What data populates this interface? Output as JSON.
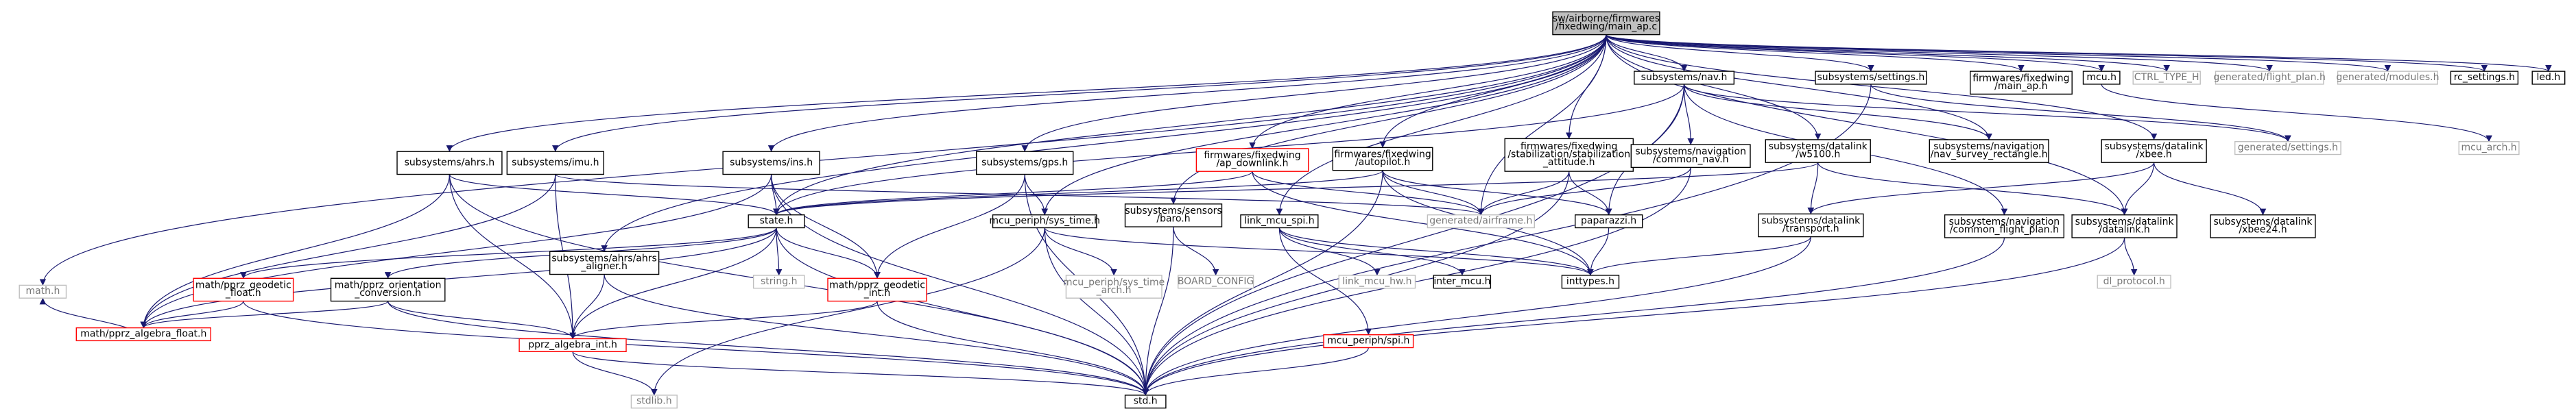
{
  "graph": {
    "colors": {
      "edge": "#191970",
      "node_border": "#000000",
      "broken_border": "#ff0000",
      "root_fill": "#bfbfbf",
      "gray_text": "#777777"
    },
    "nodes": [
      {
        "id": "main_ap_c",
        "lines": [
          "sw/airborne/firmwares",
          "/fixedwing/main_ap.c"
        ],
        "kind": "root"
      },
      {
        "id": "math_h",
        "lines": [
          "math.h"
        ],
        "kind": "gray"
      },
      {
        "id": "ahrs_h",
        "lines": [
          "subsystems/ahrs.h"
        ],
        "kind": "normal"
      },
      {
        "id": "imu_h",
        "lines": [
          "subsystems/imu.h"
        ],
        "kind": "normal"
      },
      {
        "id": "ins_h",
        "lines": [
          "subsystems/ins.h"
        ],
        "kind": "normal"
      },
      {
        "id": "ahrs_aligner_h",
        "lines": [
          "subsystems/ahrs/ahrs",
          "_aligner.h"
        ],
        "kind": "normal"
      },
      {
        "id": "gps_h",
        "lines": [
          "subsystems/gps.h"
        ],
        "kind": "normal"
      },
      {
        "id": "sensors_baro_h",
        "lines": [
          "subsystems/sensors",
          "/baro.h"
        ],
        "kind": "normal"
      },
      {
        "id": "ap_downlink_h",
        "lines": [
          "firmwares/fixedwing",
          "/ap_downlink.h"
        ],
        "kind": "broken"
      },
      {
        "id": "link_mcu_spi_h",
        "lines": [
          "link_mcu_spi.h"
        ],
        "kind": "normal"
      },
      {
        "id": "autopilot_h",
        "lines": [
          "firmwares/fixedwing",
          "/autopilot.h"
        ],
        "kind": "normal"
      },
      {
        "id": "stab_attitude_h",
        "lines": [
          "firmwares/fixedwing",
          "/stabilization/stabilization",
          "_attitude.h"
        ],
        "kind": "normal"
      },
      {
        "id": "nav_h",
        "lines": [
          "subsystems/nav.h"
        ],
        "kind": "normal"
      },
      {
        "id": "common_nav_h",
        "lines": [
          "subsystems/navigation",
          "/common_nav.h"
        ],
        "kind": "normal"
      },
      {
        "id": "datalink_w5100_h",
        "lines": [
          "subsystems/datalink",
          "/w5100.h"
        ],
        "kind": "normal"
      },
      {
        "id": "nav_survey_rect_h",
        "lines": [
          "subsystems/navigation",
          "/nav_survey_rectangle.h"
        ],
        "kind": "normal"
      },
      {
        "id": "settings_h",
        "lines": [
          "subsystems/settings.h"
        ],
        "kind": "normal"
      },
      {
        "id": "main_ap_h",
        "lines": [
          "firmwares/fixedwing",
          "/main_ap.h"
        ],
        "kind": "normal"
      },
      {
        "id": "mcu_h",
        "lines": [
          "mcu.h"
        ],
        "kind": "normal"
      },
      {
        "id": "ctrl_type_h",
        "lines": [
          "CTRL_TYPE_H"
        ],
        "kind": "gray"
      },
      {
        "id": "gen_flight_plan_h",
        "lines": [
          "generated/flight_plan.h"
        ],
        "kind": "gray"
      },
      {
        "id": "gen_modules_h",
        "lines": [
          "generated/modules.h"
        ],
        "kind": "gray"
      },
      {
        "id": "rc_settings_h",
        "lines": [
          "rc_settings.h"
        ],
        "kind": "normal"
      },
      {
        "id": "led_h",
        "lines": [
          "led.h"
        ],
        "kind": "normal"
      },
      {
        "id": "state_h",
        "lines": [
          "state.h"
        ],
        "kind": "normal"
      },
      {
        "id": "string_h",
        "lines": [
          "string.h"
        ],
        "kind": "gray"
      },
      {
        "id": "gen_airframe_h",
        "lines": [
          "generated/airframe.h"
        ],
        "kind": "gray"
      },
      {
        "id": "mcu_periph_sys_time_h",
        "lines": [
          "mcu_periph/sys_time.h"
        ],
        "kind": "normal"
      },
      {
        "id": "sys_time_arch_h",
        "lines": [
          "mcu_periph/sys_time",
          "_arch.h"
        ],
        "kind": "gray"
      },
      {
        "id": "board_config",
        "lines": [
          "BOARD_CONFIG"
        ],
        "kind": "gray"
      },
      {
        "id": "link_mcu_hw_h",
        "lines": [
          "link_mcu_hw.h"
        ],
        "kind": "gray"
      },
      {
        "id": "inter_mcu_h",
        "lines": [
          "inter_mcu.h"
        ],
        "kind": "normal"
      },
      {
        "id": "inttypes_h",
        "lines": [
          "inttypes.h"
        ],
        "kind": "normal"
      },
      {
        "id": "paparazzi_h",
        "lines": [
          "paparazzi.h"
        ],
        "kind": "normal"
      },
      {
        "id": "mcu_periph_spi_h",
        "lines": [
          "mcu_periph/spi.h"
        ],
        "kind": "broken"
      },
      {
        "id": "pprz_geodetic_float_h",
        "lines": [
          "math/pprz_geodetic",
          "_float.h"
        ],
        "kind": "broken"
      },
      {
        "id": "pprz_orientation_conv_h",
        "lines": [
          "math/pprz_orientation",
          "_conversion.h"
        ],
        "kind": "normal"
      },
      {
        "id": "pprz_geodetic_int_h",
        "lines": [
          "math/pprz_geodetic",
          "_int.h"
        ],
        "kind": "broken"
      },
      {
        "id": "pprz_algebra_float_h",
        "lines": [
          "math/pprz_algebra_float.h"
        ],
        "kind": "broken"
      },
      {
        "id": "pprz_algebra_int_h",
        "lines": [
          "pprz_algebra_int.h"
        ],
        "kind": "broken"
      },
      {
        "id": "stdlib_h",
        "lines": [
          "stdlib.h"
        ],
        "kind": "gray"
      },
      {
        "id": "std_h",
        "lines": [
          "std.h"
        ],
        "kind": "normal"
      },
      {
        "id": "common_flight_plan_h",
        "lines": [
          "subsystems/navigation",
          "/common_flight_plan.h"
        ],
        "kind": "normal"
      },
      {
        "id": "datalink_transport_h",
        "lines": [
          "subsystems/datalink",
          "/transport.h"
        ],
        "kind": "normal"
      },
      {
        "id": "datalink_xbee_h",
        "lines": [
          "subsystems/datalink",
          "/xbee.h"
        ],
        "kind": "normal"
      },
      {
        "id": "datalink_datalink_h",
        "lines": [
          "subsystems/datalink",
          "/datalink.h"
        ],
        "kind": "normal"
      },
      {
        "id": "xbee24_h",
        "lines": [
          "subsystems/datalink",
          "/xbee24.h"
        ],
        "kind": "normal"
      },
      {
        "id": "dl_protocol_h",
        "lines": [
          "dl_protocol.h"
        ],
        "kind": "gray"
      },
      {
        "id": "gen_settings_h",
        "lines": [
          "generated/settings.h"
        ],
        "kind": "gray"
      },
      {
        "id": "mcu_arch_h",
        "lines": [
          "mcu_arch.h"
        ],
        "kind": "gray"
      }
    ],
    "edges": [
      [
        "main_ap_c",
        "math_h"
      ],
      [
        "main_ap_c",
        "ahrs_h"
      ],
      [
        "main_ap_c",
        "imu_h"
      ],
      [
        "main_ap_c",
        "ins_h"
      ],
      [
        "main_ap_c",
        "ahrs_aligner_h"
      ],
      [
        "main_ap_c",
        "gps_h"
      ],
      [
        "main_ap_c",
        "sensors_baro_h"
      ],
      [
        "main_ap_c",
        "ap_downlink_h"
      ],
      [
        "main_ap_c",
        "link_mcu_spi_h"
      ],
      [
        "main_ap_c",
        "autopilot_h"
      ],
      [
        "main_ap_c",
        "stab_attitude_h"
      ],
      [
        "main_ap_c",
        "nav_h"
      ],
      [
        "main_ap_c",
        "datalink_w5100_h"
      ],
      [
        "main_ap_c",
        "settings_h"
      ],
      [
        "main_ap_c",
        "main_ap_h"
      ],
      [
        "main_ap_c",
        "mcu_h"
      ],
      [
        "main_ap_c",
        "ctrl_type_h"
      ],
      [
        "main_ap_c",
        "gen_flight_plan_h"
      ],
      [
        "main_ap_c",
        "gen_modules_h"
      ],
      [
        "main_ap_c",
        "rc_settings_h"
      ],
      [
        "main_ap_c",
        "led_h"
      ],
      [
        "main_ap_c",
        "state_h"
      ],
      [
        "main_ap_c",
        "mcu_periph_sys_time_h"
      ],
      [
        "main_ap_c",
        "gen_airframe_h"
      ],
      [
        "main_ap_c",
        "datalink_xbee_h"
      ],
      [
        "main_ap_c",
        "datalink_datalink_h"
      ],
      [
        "main_ap_c",
        "nav_survey_rect_h"
      ],
      [
        "ahrs_h",
        "state_h"
      ],
      [
        "ahrs_h",
        "pprz_algebra_float_h"
      ],
      [
        "ahrs_h",
        "pprz_algebra_int_h"
      ],
      [
        "ahrs_h",
        "std_h"
      ],
      [
        "imu_h",
        "pprz_algebra_int_h"
      ],
      [
        "imu_h",
        "pprz_algebra_float_h"
      ],
      [
        "imu_h",
        "gen_airframe_h"
      ],
      [
        "ins_h",
        "state_h"
      ],
      [
        "ins_h",
        "pprz_geodetic_int_h"
      ],
      [
        "ins_h",
        "pprz_algebra_float_h"
      ],
      [
        "ins_h",
        "std_h"
      ],
      [
        "ahrs_aligner_h",
        "pprz_algebra_int_h"
      ],
      [
        "ahrs_aligner_h",
        "std_h"
      ],
      [
        "gps_h",
        "pprz_geodetic_int_h"
      ],
      [
        "gps_h",
        "mcu_periph_sys_time_h"
      ],
      [
        "gps_h",
        "std_h"
      ],
      [
        "sensors_baro_h",
        "board_config"
      ],
      [
        "sensors_baro_h",
        "std_h"
      ],
      [
        "ap_downlink_h",
        "state_h"
      ],
      [
        "ap_downlink_h",
        "gen_airframe_h"
      ],
      [
        "ap_downlink_h",
        "inttypes_h"
      ],
      [
        "link_mcu_spi_h",
        "link_mcu_hw_h"
      ],
      [
        "link_mcu_spi_h",
        "inter_mcu_h"
      ],
      [
        "link_mcu_spi_h",
        "mcu_periph_spi_h"
      ],
      [
        "link_mcu_spi_h",
        "inttypes_h"
      ],
      [
        "autopilot_h",
        "state_h"
      ],
      [
        "autopilot_h",
        "gen_airframe_h"
      ],
      [
        "autopilot_h",
        "paparazzi_h"
      ],
      [
        "autopilot_h",
        "std_h"
      ],
      [
        "autopilot_h",
        "inttypes_h"
      ],
      [
        "stab_attitude_h",
        "gen_airframe_h"
      ],
      [
        "stab_attitude_h",
        "paparazzi_h"
      ],
      [
        "stab_attitude_h",
        "std_h"
      ],
      [
        "nav_h",
        "state_h"
      ],
      [
        "nav_h",
        "common_nav_h"
      ],
      [
        "nav_h",
        "nav_survey_rect_h"
      ],
      [
        "nav_h",
        "paparazzi_h"
      ],
      [
        "nav_h",
        "common_flight_plan_h"
      ],
      [
        "nav_h",
        "gen_settings_h"
      ],
      [
        "nav_h",
        "std_h"
      ],
      [
        "common_nav_h",
        "gen_airframe_h"
      ],
      [
        "common_nav_h",
        "std_h"
      ],
      [
        "datalink_w5100_h",
        "datalink_transport_h"
      ],
      [
        "datalink_w5100_h",
        "datalink_datalink_h"
      ],
      [
        "datalink_w5100_h",
        "state_h"
      ],
      [
        "settings_h",
        "gen_settings_h"
      ],
      [
        "settings_h",
        "std_h"
      ],
      [
        "mcu_h",
        "mcu_arch_h"
      ],
      [
        "state_h",
        "string_h"
      ],
      [
        "state_h",
        "pprz_geodetic_float_h"
      ],
      [
        "state_h",
        "pprz_orientation_conv_h"
      ],
      [
        "state_h",
        "pprz_geodetic_int_h"
      ],
      [
        "state_h",
        "pprz_algebra_float_h"
      ],
      [
        "state_h",
        "pprz_algebra_int_h"
      ],
      [
        "state_h",
        "std_h"
      ],
      [
        "mcu_periph_sys_time_h",
        "sys_time_arch_h"
      ],
      [
        "mcu_periph_sys_time_h",
        "stdlib_h"
      ],
      [
        "mcu_periph_sys_time_h",
        "std_h"
      ],
      [
        "mcu_periph_sys_time_h",
        "inttypes_h"
      ],
      [
        "mcu_periph_spi_h",
        "std_h"
      ],
      [
        "paparazzi_h",
        "inttypes_h"
      ],
      [
        "pprz_geodetic_float_h",
        "pprz_algebra_float_h"
      ],
      [
        "pprz_geodetic_float_h",
        "std_h"
      ],
      [
        "pprz_orientation_conv_h",
        "pprz_algebra_float_h"
      ],
      [
        "pprz_orientation_conv_h",
        "pprz_algebra_int_h"
      ],
      [
        "pprz_orientation_conv_h",
        "std_h"
      ],
      [
        "pprz_geodetic_int_h",
        "pprz_algebra_int_h"
      ],
      [
        "pprz_geodetic_int_h",
        "std_h"
      ],
      [
        "pprz_algebra_float_h",
        "math_h"
      ],
      [
        "pprz_algebra_int_h",
        "stdlib_h"
      ],
      [
        "pprz_algebra_int_h",
        "std_h"
      ],
      [
        "common_flight_plan_h",
        "std_h"
      ],
      [
        "datalink_transport_h",
        "inttypes_h"
      ],
      [
        "datalink_transport_h",
        "std_h"
      ],
      [
        "datalink_xbee_h",
        "datalink_transport_h"
      ],
      [
        "datalink_xbee_h",
        "datalink_datalink_h"
      ],
      [
        "datalink_xbee_h",
        "xbee24_h"
      ],
      [
        "datalink_datalink_h",
        "dl_protocol_h"
      ],
      [
        "datalink_datalink_h",
        "std_h"
      ]
    ]
  }
}
